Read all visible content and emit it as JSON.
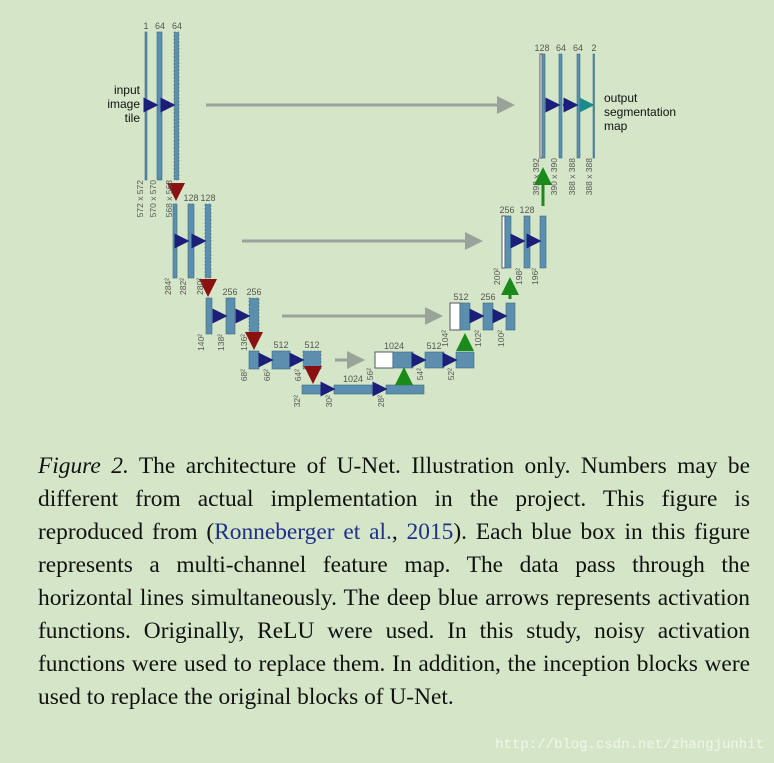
{
  "diagram": {
    "channel_labels": {
      "l1": [
        "1",
        "64",
        "64"
      ],
      "l2": [
        "128",
        "128"
      ],
      "l3": [
        "256",
        "256"
      ],
      "l4": [
        "512",
        "512"
      ],
      "bottom": "1024",
      "u4": [
        "1024",
        "512"
      ],
      "u3": [
        "512",
        "256"
      ],
      "u2": [
        "256",
        "128"
      ],
      "u1": [
        "128",
        "64",
        "64",
        "2"
      ]
    },
    "size_labels": {
      "l1": [
        "572 x 572",
        "570 x 570",
        "568 x 568"
      ],
      "l2": [
        "284²",
        "282²",
        "280²"
      ],
      "l3": [
        "140²",
        "138²",
        "136²"
      ],
      "l4": [
        "68²",
        "66²",
        "64²"
      ],
      "bottom": [
        "32²",
        "30²",
        "28²"
      ],
      "u4": [
        "56²",
        "54²",
        "52²"
      ],
      "u3": [
        "104²",
        "102²",
        "100²"
      ],
      "u2": [
        "200²",
        "198²",
        "196²"
      ],
      "u1": [
        "392 x 392",
        "390 x 390",
        "388 x 388",
        "388 x 388"
      ]
    },
    "input_label": [
      "input",
      "image",
      "tile"
    ],
    "output_label": [
      "output",
      "segmentation",
      "map"
    ],
    "colors": {
      "block": "#5b8fad",
      "block_edge": "#3c6b88",
      "conv_arrow": "#1c1f7a",
      "pool_arrow": "#8b1010",
      "up_arrow": "#1a8a1a",
      "copy_arrow": "#9aa39a",
      "out_arrow": "#1a8a8a"
    }
  },
  "caption": {
    "figure_label": "Figure 2.",
    "text_before_cite": " The architecture of U-Net.  Illustration only.  Numbers may be different from actual implementation in the project.  This figure is reproduced from (",
    "cite_author": "Ronneberger et al.",
    "cite_sep": ", ",
    "cite_year": "2015",
    "text_after_cite": ").  Each blue box in this figure represents a multi-channel feature map.  The data pass through the horizontal lines simultaneously.  The deep blue arrows represents activation functions.  Originally, ReLU were used.  In this study, noisy activation functions were used to replace them.  In addition, the inception blocks were used to replace the original blocks of U-Net."
  },
  "watermark": "http://blog.csdn.net/zhangjunhit"
}
